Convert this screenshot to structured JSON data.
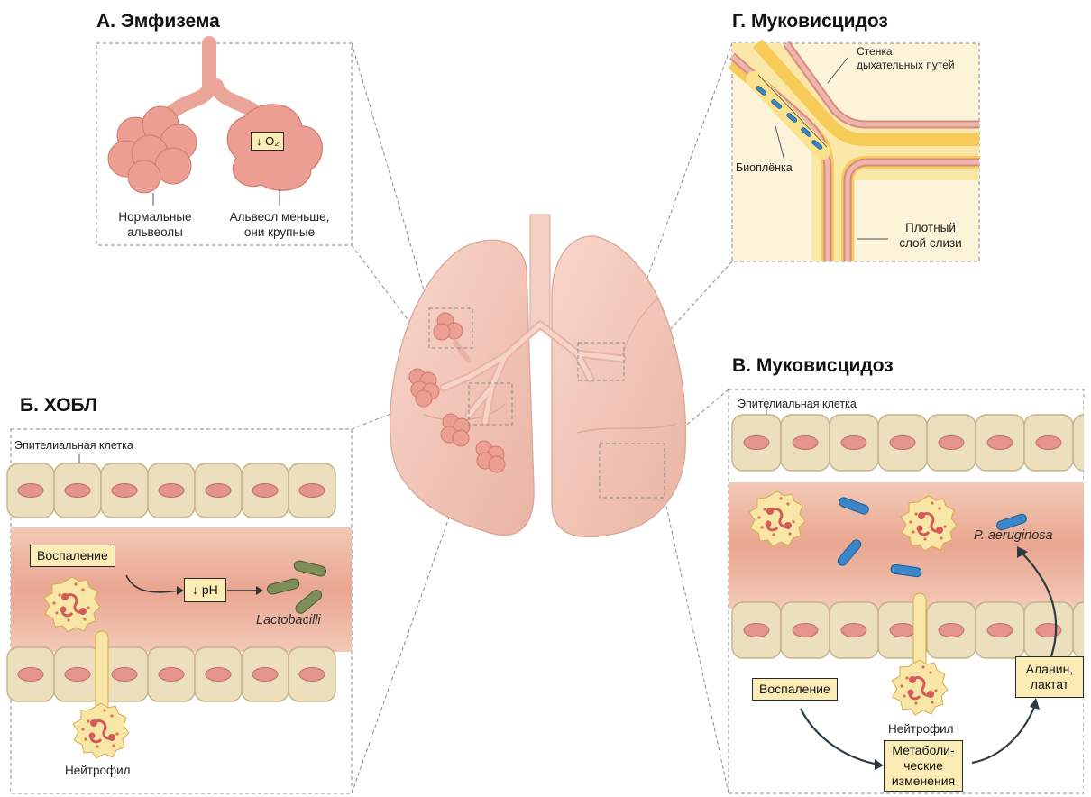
{
  "panels": {
    "a": {
      "title": "А. Эмфизема",
      "o2_label": "↓ O₂",
      "normal_label": "Нормальные\nальвеолы",
      "enlarged_label": "Альвеол меньше,\nони крупные"
    },
    "b": {
      "title": "Б. ХОБЛ",
      "epithelial_label": "Эпителиальная клетка",
      "inflammation_label": "Воспаление",
      "ph_label": "↓ pH",
      "bacteria_label": "Lactobacilli",
      "neutrophil_label": "Нейтрофил"
    },
    "c": {
      "title": "В. Муковисцидоз",
      "epithelial_label": "Эпителиальная клетка",
      "bacteria_label": "P. aeruginosa",
      "inflammation_label": "Воспаление",
      "neutrophil_label": "Нейтрофил",
      "metabolic_label": "Метаболи-\nческие\nизменения",
      "alanine_label": "Аланин,\nлактат"
    },
    "d": {
      "title": "Г. Муковисцидоз",
      "wall_label": "Стенка\nдыхательных путей",
      "biofilm_label": "Биоплёнка",
      "mucus_label": "Плотный\nслой слизи"
    }
  },
  "colors": {
    "lung": "#f2c6b8",
    "lung_dark": "#d99c8a",
    "alveoli": "#e7958a",
    "cell": "#eadcb9",
    "nucleus": "#e08a8a",
    "lumen": "#f0b8a4",
    "bacteria_blue": "#3a86c8",
    "bacteria_green": "#7a8a55",
    "mucus": "#f7d36a",
    "tag_bg": "#fbecb6"
  }
}
